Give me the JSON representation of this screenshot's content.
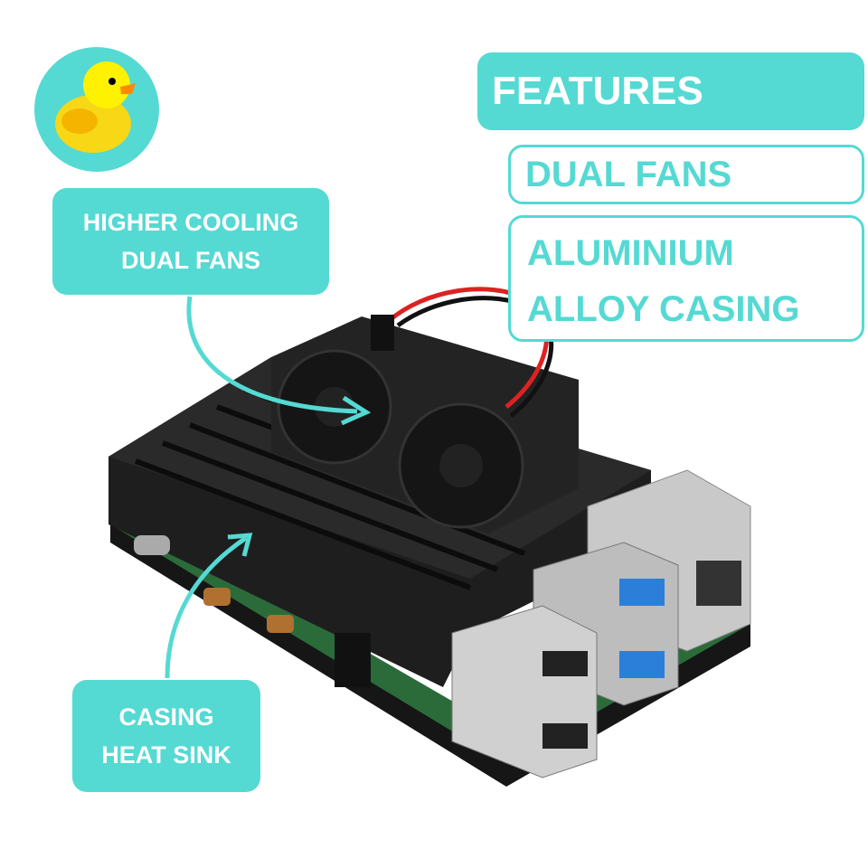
{
  "brand": {
    "logo": "duck-logo"
  },
  "features": {
    "title": "FEATURES",
    "items": [
      "DUAL FANS",
      "ALUMINIUM",
      "ALLOY CASING"
    ]
  },
  "callouts": {
    "cooling": [
      "HIGHER COOLING",
      "DUAL FANS"
    ],
    "heatsink": [
      "CASING",
      "HEAT SINK"
    ]
  },
  "colors": {
    "accent": "#55d9d3",
    "case": "#1b1b1b"
  }
}
